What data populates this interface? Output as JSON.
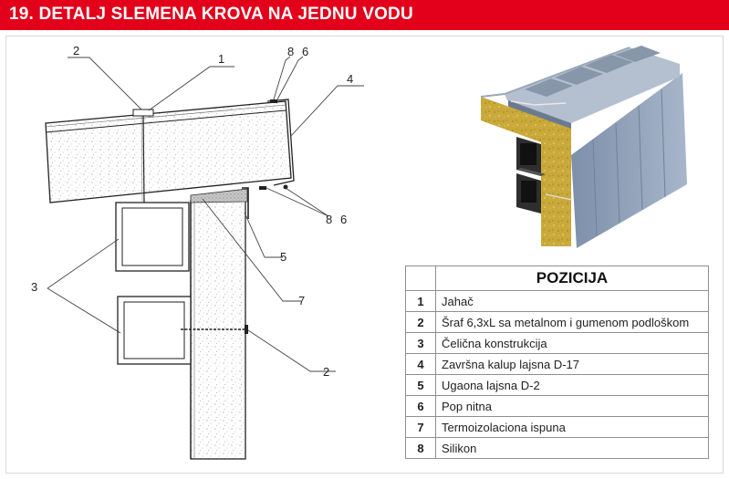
{
  "header": {
    "title": "19. DETALJ SLEMENA KROVA NA JEDNU VODU",
    "background": "#e2001a"
  },
  "drawing": {
    "callouts": {
      "c1": "1",
      "c2_top": "2",
      "c8_top": "8",
      "c6_top": "6",
      "c4": "4",
      "c8_mid": "8",
      "c6_mid": "6",
      "c5": "5",
      "c3": "3",
      "c7": "7",
      "c2_bottom": "2"
    }
  },
  "legend": {
    "title": "POZICIJA",
    "rows": [
      {
        "num": "1",
        "desc": "Jahač"
      },
      {
        "num": "2",
        "desc": "Šraf 6,3xL sa metalnom i gumenom podloškom"
      },
      {
        "num": "3",
        "desc": "Čelična konstrukcija"
      },
      {
        "num": "4",
        "desc": "Završna kalup lajsna D-17"
      },
      {
        "num": "5",
        "desc": "Ugaona lajsna D-2"
      },
      {
        "num": "6",
        "desc": "Pop nitna"
      },
      {
        "num": "7",
        "desc": "Termoizolaciona ispuna"
      },
      {
        "num": "8",
        "desc": "Silikon"
      }
    ]
  },
  "colors": {
    "wall_panel": "#8ea0b8",
    "insulation": "#c9a93a",
    "steel": "#3a3a3a"
  }
}
